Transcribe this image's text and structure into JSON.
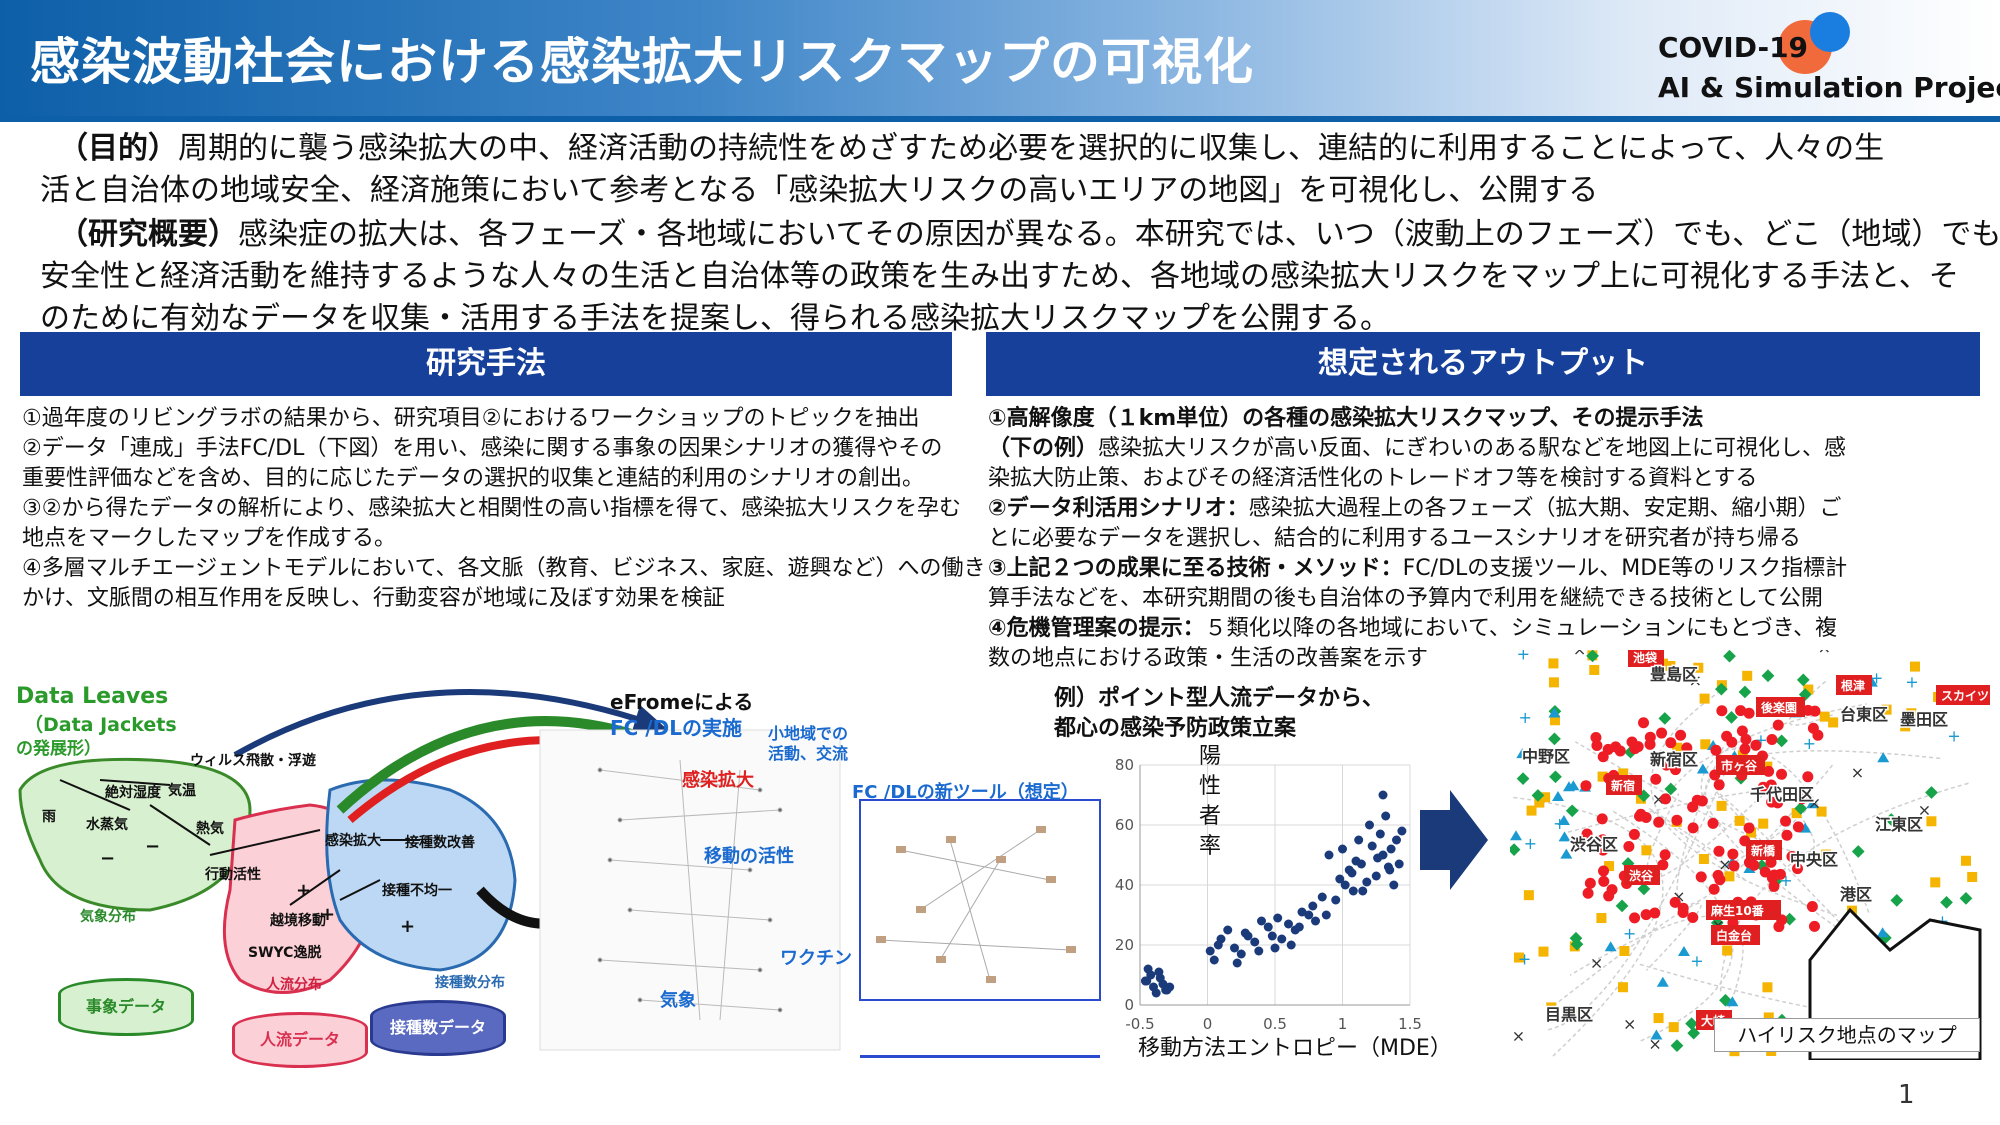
{
  "header": {
    "title": "感染波動社会における感染拡大リスクマップの可視化",
    "project_line1": "COVID-19",
    "project_line2": "AI & Simulation Project"
  },
  "intro": {
    "purpose_label": "（目的）",
    "purpose_text_1": "周期的に襲う感染拡大の中、経済活動の持続性をめざすため必要を選択的に収集し、連結的に利用することによって、人々の生",
    "purpose_text_2": "活と自治体の地域安全、経済施策において参考となる「感染拡大リスクの高いエリアの地図」を可視化し、公開する",
    "overview_label": "（研究概要）",
    "overview_text_1": "感染症の拡大は、各フェーズ・各地域においてその原因が異なる。本研究では、いつ（波動上のフェーズ）でも、どこ（地域）でも、",
    "overview_text_2": "安全性と経済活動を維持するような人々の生活と自治体等の政策を生み出すため、各地域の感染拡大リスクをマップ上に可視化する手法と、そ",
    "overview_text_3": "のために有効なデータを収集・活用する手法を提案し、得られる感染拡大リスクマップを公開する。"
  },
  "methods": {
    "heading": "研究手法",
    "lines": [
      "①過年度のリビングラボの結果から、研究項目②におけるワークショップのトピックを抽出",
      "②データ「連成」手法FC/DL（下図）を用い、感染に関する事象の因果シナリオの獲得やその",
      "重要性評価などを含め、目的に応じたデータの選択的収集と連結的利用のシナリオの創出。",
      "③②から得たデータの解析により、感染拡大と相関性の高い指標を得て、感染拡大リスクを孕む",
      "地点をマークしたマップを作成する。",
      "④多層マルチエージェントモデルにおいて、各文脈（教育、ビジネス、家庭、遊興など）への働き",
      "かけ、文脈間の相互作用を反映し、行動変容が地域に及ぼす効果を検証"
    ]
  },
  "outputs": {
    "heading": "想定されるアウトプット",
    "item1_title": "①高解像度（１km単位）の各種の感染拡大リスクマップ、その提示手法",
    "item1_ex_label": "（下の例）",
    "item1_ex_text": "感染拡大リスクが高い反面、にぎわいのある駅などを地図上に可視化し、感",
    "item1_ex_text2": "染拡大防止策、およびその経済活性化のトレードオフ等を検討する資料とする",
    "item2_title": "②データ利活用シナリオ：",
    "item2_text": "感染拡大過程上の各フェーズ（拡大期、安定期、縮小期）ご",
    "item2_text2": "とに必要なデータを選択し、結合的に利用するユースシナリオを研究者が持ち帰る",
    "item3_title": "③上記２つの成果に至る技術・メソッド：",
    "item3_text": "FC/DLの支援ツール、MDE等のリスク指標計",
    "item3_text2": "算手法などを、本研究期間の後も自治体の予算内で利用を継続できる技術として公開",
    "item4_title": "④危機管理案の提示：",
    "item4_text": "５類化以降の各地域において、シミュレーションにもとづき、複",
    "item4_text2": "数の地点における政策・生活の改善案を示す"
  },
  "diagram": {
    "data_leaves": "Data Leaves",
    "data_jackets": "（Data Jackets",
    "evolution": "の発展形）",
    "virus": "ウィルス飛散・浮遊",
    "abs_humidity": "絶対湿度",
    "temperature": "気温",
    "rain": "雨",
    "vapor": "水蒸気",
    "heat": "熱気",
    "activity": "行動活性",
    "weather_dist": "気象分布",
    "cross_move": "越境移動",
    "swyc": "SWYC逸脱",
    "people_dist": "人流分布",
    "infection_spread": "感染拡大",
    "vacc_improve": "接種数改善",
    "vacc_uneven": "接種不均一",
    "vacc_dist": "接種数分布",
    "event_data": "事象データ",
    "people_data": "人流データ",
    "vacc_data": "接種数データ",
    "eframe_1": "eFromeによる",
    "eframe_2": "FC /DLの実施",
    "small_area_1": "小地域での",
    "small_area_2": "活動、交流",
    "spread_red": "感染拡大",
    "move_active": "移動の活性",
    "vaccine": "ワクチン",
    "weather": "気象",
    "new_tool": "FC /DLの新ツール（想定）",
    "plus": "+",
    "minus": "−"
  },
  "chart_title_1": "例）ポイント型人流データから、",
  "chart_title_2": "都心の感染予防政策立案",
  "chart_data": {
    "type": "scatter",
    "ylabel": "陽性者率",
    "xlabel": "移動方法エントロピー（MDE）",
    "xlim": [
      -0.5,
      1.5
    ],
    "ylim": [
      0,
      80
    ],
    "xticks": [
      "-0.5",
      "0",
      "0.5",
      "1",
      "1.5"
    ],
    "yticks": [
      "0",
      "20",
      "40",
      "60",
      "80"
    ],
    "color": "#1a3a7a",
    "x": [
      -0.45,
      -0.4,
      -0.35,
      -0.3,
      -0.42,
      -0.38,
      -0.33,
      -0.28,
      -0.44,
      -0.36,
      -0.31,
      -0.46,
      0.02,
      0.05,
      0.1,
      0.08,
      0.15,
      0.2,
      0.22,
      0.3,
      0.35,
      0.25,
      0.28,
      0.4,
      0.45,
      0.5,
      0.38,
      0.55,
      0.6,
      0.48,
      0.52,
      0.65,
      0.7,
      0.62,
      0.75,
      0.68,
      0.8,
      0.85,
      0.78,
      0.9,
      0.95,
      0.88,
      1.0,
      1.02,
      1.05,
      1.08,
      0.98,
      1.1,
      1.12,
      1.15,
      1.18,
      1.2,
      1.07,
      1.14,
      1.22,
      1.25,
      1.3,
      1.28,
      1.35,
      1.32,
      1.38,
      1.4,
      1.26,
      1.42,
      1.36,
      1.3,
      1.44,
      1.34
    ],
    "y": [
      8,
      6,
      9,
      5,
      10,
      4,
      7,
      6,
      12,
      11,
      5,
      8,
      18,
      15,
      22,
      20,
      25,
      19,
      14,
      23,
      21,
      17,
      24,
      28,
      26,
      19,
      18,
      22,
      27,
      23,
      29,
      25,
      31,
      20,
      30,
      26,
      28,
      36,
      33,
      50,
      35,
      30,
      52,
      40,
      45,
      38,
      42,
      48,
      55,
      38,
      41,
      60,
      44,
      47,
      53,
      43,
      50,
      57,
      45,
      63,
      40,
      55,
      49,
      47,
      52,
      70,
      58,
      46
    ]
  },
  "map": {
    "labels": [
      "池袋",
      "根津",
      "スカイツリー前",
      "豊島区",
      "後楽園",
      "台東区",
      "墨田区",
      "中野区",
      "新宿区",
      "市ヶ谷",
      "新宿",
      "千代田区",
      "江東区",
      "渋谷区",
      "新橋",
      "中央区",
      "渋谷",
      "麻生10番",
      "港区",
      "白金台",
      "目黒区",
      "大崎"
    ],
    "caption": "ハイリスク地点のマップ"
  },
  "page_number": "1",
  "colors": {
    "header_blue": "#0d5fa8",
    "section_bar": "#16409a",
    "accent_red": "#e02020",
    "arrow_navy": "#1a3a7a"
  }
}
